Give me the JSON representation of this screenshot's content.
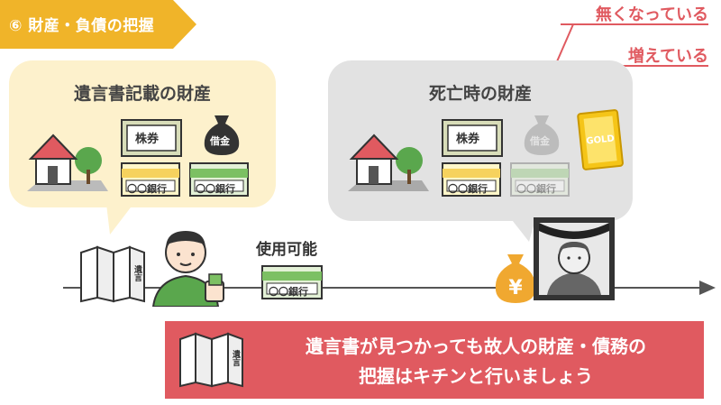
{
  "section": {
    "label": "⑥ 財産・負債の把握",
    "color": "#f0b429"
  },
  "callouts": {
    "lost": "無くなっている",
    "gained": "増えている",
    "color": "#e05a60"
  },
  "will_assets": {
    "title": "遺言書記載の財産",
    "stock_label": "株券",
    "loan_label": "借金",
    "bank_labels": [
      "〇〇銀行",
      "〇〇銀行"
    ]
  },
  "death_assets": {
    "title": "死亡時の財産",
    "stock_label": "株券",
    "loan_label": "借金",
    "bank_labels": [
      "〇〇銀行",
      "〇〇銀行"
    ],
    "gold_label": "GOLD"
  },
  "timeline": {
    "usable_label": "使用可能",
    "bank_label": "〇〇銀行",
    "yen_symbol": "¥",
    "will_doc_label": "遺言"
  },
  "banner": {
    "line1": "遺言書が見つかっても故人の財産・債務の",
    "line2": "把握はキチンと行いましょう",
    "will_doc_label": "遺言",
    "color": "#e05a60"
  }
}
